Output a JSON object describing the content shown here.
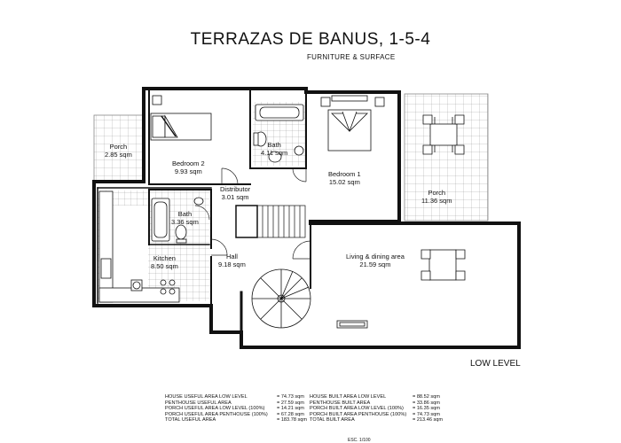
{
  "title": "TERRAZAS DE BANUS, 1-5-4",
  "subtitle": "FURNITURE & SURFACE",
  "level_label": "LOW LEVEL",
  "rooms": {
    "porch_left": {
      "name": "Porch",
      "area": "2.85 sqm"
    },
    "bedroom2": {
      "name": "Bedroom 2",
      "area": "9.93 sqm"
    },
    "bath_top": {
      "name": "Bath",
      "area": "4.11 sqm"
    },
    "bedroom1": {
      "name": "Bedroom 1",
      "area": "15.02 sqm"
    },
    "porch_right": {
      "name": "Porch",
      "area": "11.36 sqm"
    },
    "distributor": {
      "name": "Distributor",
      "area": "3.01 sqm"
    },
    "bath_small": {
      "name": "Bath",
      "area": "3.36 sqm"
    },
    "kitchen": {
      "name": "Kitchen",
      "area": "8.50 sqm"
    },
    "hall": {
      "name": "Hall",
      "area": "9.18 sqm"
    },
    "living": {
      "name": "Living & dining area",
      "area": "21.59 sqm"
    }
  },
  "areas_left": [
    {
      "label": "HOUSE USEFUL AREA LOW LEVEL",
      "value": "= 74.73 sqm"
    },
    {
      "label": "PENTHOUSE USEFUL AREA",
      "value": "= 27.59 sqm"
    },
    {
      "label": "PORCH USEFUL AREA LOW LEVEL (100%)",
      "value": "= 14.21 sqm"
    },
    {
      "label": "PORCH USEFUL AREA PENTHOUSE (100%)",
      "value": "= 67.28 sqm"
    },
    {
      "label": "TOTAL USEFUL AREA",
      "value": "= 183.78 sqm"
    }
  ],
  "areas_right": [
    {
      "label": "HOUSE BUILT AREA LOW LEVEL",
      "value": "= 88.52 sqm"
    },
    {
      "label": "PENTHOUSE BUILT AREA",
      "value": "= 33.86 sqm"
    },
    {
      "label": "PORCH BUILT AREA LOW LEVEL (100%)",
      "value": "= 16.35 sqm"
    },
    {
      "label": "PORCH BUILT AREA PENTHOUSE (100%)",
      "value": "= 74.73 sqm"
    },
    {
      "label": "TOTAL BUILT AREA",
      "value": "= 213.46 sqm"
    }
  ],
  "scale": "ESC. 1/100"
}
